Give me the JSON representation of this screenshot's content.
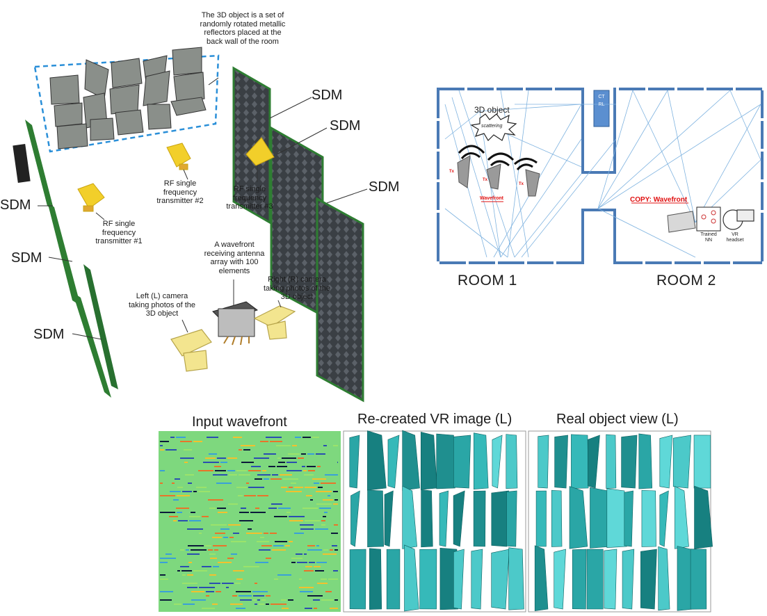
{
  "left_diagram": {
    "object_note": "The 3D object is a set of randomly rotated metallic reflectors placed at the back wall of the room",
    "sdm_labels": [
      "SDM",
      "SDM",
      "SDM",
      "SDM",
      "SDM",
      "SDM"
    ],
    "transmitter_1": "RF single frequency transmitter #1",
    "transmitter_2": "RF single frequency transmitter #2",
    "transmitter_3": "RF single frequency transmitter #3",
    "receiver_note": "A wavefront receiving antenna array with 100 elements",
    "left_camera": "Left (L) camera taking photos of the 3D object",
    "right_camera": "Right (R) camera taking photos of the 3D object"
  },
  "room_diagram": {
    "object_label": "3D object",
    "scattering": "scattering",
    "wavefront": "Wavefront",
    "copy_wavefront": "COPY: Wavefront",
    "ctrl": "CTRL",
    "tx": "Tx",
    "trained_nn": "Trained NN",
    "vr_headset": "VR headset",
    "room1": "ROOM 1",
    "room2": "ROOM 2"
  },
  "bottom_panels": {
    "input_wavefront": "Input wavefront",
    "recreated": "Re-created VR image (L)",
    "real_view": "Real object view (L)"
  },
  "colors": {
    "wall": "#4a7ab5",
    "ray": "#6fa8dc",
    "pcb": "#2e7d32",
    "dashed_box": "#2a8fd8",
    "teal": "#2aa6a6",
    "wave_bg": "#7ed87e"
  }
}
